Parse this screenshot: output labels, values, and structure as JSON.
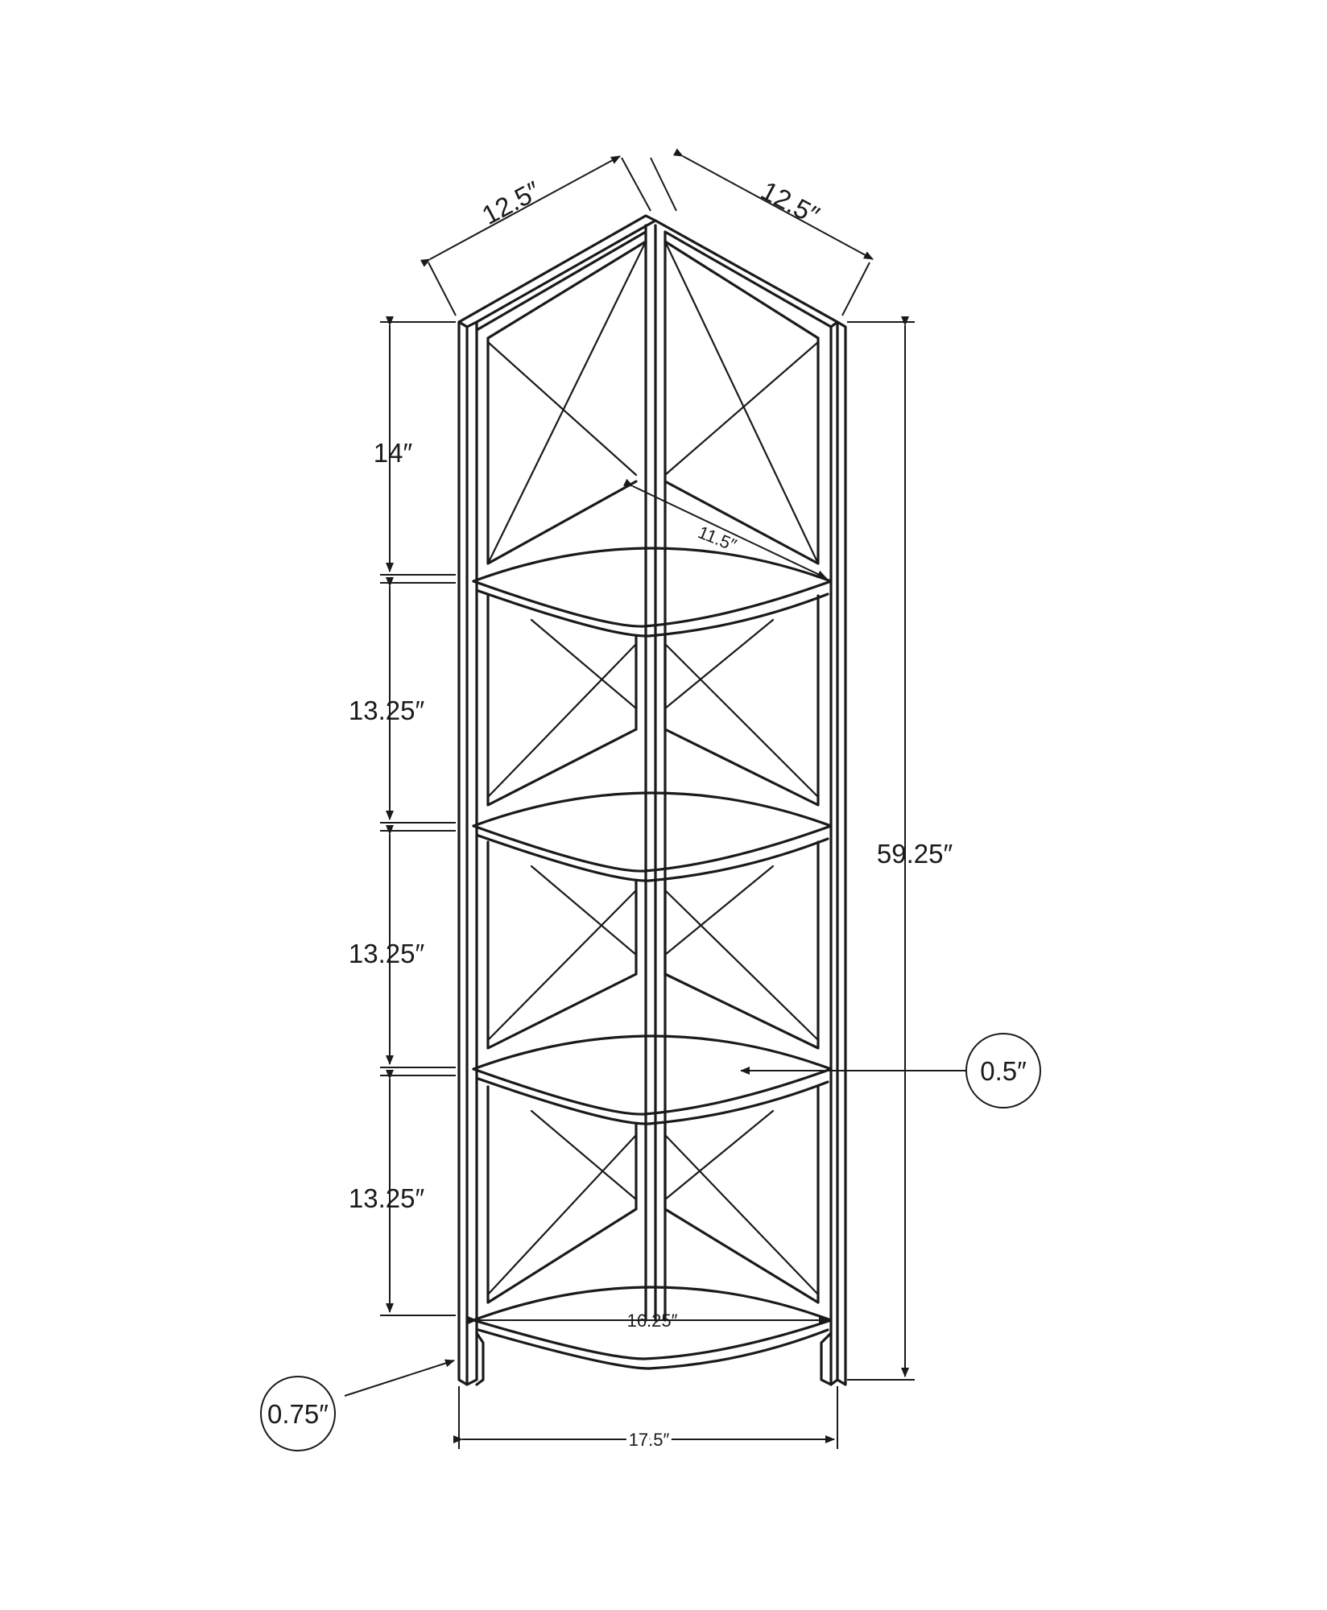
{
  "diagram": {
    "dimensions": {
      "top_left_depth": "12.5″",
      "top_right_depth": "12.5″",
      "top_section_height": "14″",
      "middle_section_height_1": "13.25″",
      "middle_section_height_2": "13.25″",
      "bottom_section_height": "13.25″",
      "total_height": "59.25″",
      "upper_shelf_depth": "11.5″",
      "shelf_thickness": "0.5″",
      "bottom_shelf_width": "16.25″",
      "leg_thickness": "0.75″",
      "overall_width": "17.5″"
    }
  }
}
